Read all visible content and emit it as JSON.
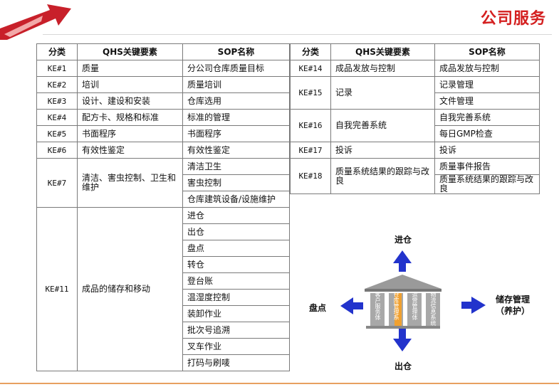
{
  "title": "公司服务",
  "left_table": {
    "headers": [
      "分类",
      "QHS关键要素",
      "SOP名称"
    ],
    "rows": [
      {
        "cat": "KE#1",
        "req": "质量",
        "sops": [
          "分公司仓库质量目标"
        ]
      },
      {
        "cat": "KE#2",
        "req": "培训",
        "sops": [
          "质量培训"
        ]
      },
      {
        "cat": "KE#3",
        "req": "设计、建设和安装",
        "sops": [
          "仓库选用"
        ]
      },
      {
        "cat": "KE#4",
        "req": "配方卡、规格和标准",
        "sops": [
          "标准的管理"
        ]
      },
      {
        "cat": "KE#5",
        "req": "书面程序",
        "sops": [
          "书面程序"
        ]
      },
      {
        "cat": "KE#6",
        "req": "有效性鉴定",
        "sops": [
          "有效性鉴定"
        ]
      },
      {
        "cat": "KE#7",
        "req": "清洁、害虫控制、卫生和维护",
        "sops": [
          "清洁卫生",
          "害虫控制",
          "仓库建筑设备/设施维护"
        ]
      },
      {
        "cat": "KE#11",
        "req": "成品的储存和移动",
        "sops": [
          "进仓",
          "出仓",
          "盘点",
          "转仓",
          "登台账",
          "温湿度控制",
          "装卸作业",
          "批次号追溯",
          "叉车作业",
          "打码与刷唛"
        ]
      }
    ]
  },
  "right_table": {
    "headers": [
      "分类",
      "QHS关键要素",
      "SOP名称"
    ],
    "rows": [
      {
        "cat": "KE#14",
        "req": "成品发放与控制",
        "sops": [
          "成品发放与控制"
        ]
      },
      {
        "cat": "KE#15",
        "req": "记录",
        "sops": [
          "记录管理",
          "文件管理"
        ]
      },
      {
        "cat": "KE#16",
        "req": "自我完善系统",
        "sops": [
          "自我完善系统",
          "每日GMP检查"
        ]
      },
      {
        "cat": "KE#17",
        "req": "投诉",
        "sops": [
          "投诉"
        ]
      },
      {
        "cat": "KE#18",
        "req": "质量系统结果的跟踪与改良",
        "sops": [
          "质量事件报告",
          "质量系统结果的跟踪与改良"
        ]
      }
    ]
  },
  "diagram": {
    "top": "进仓",
    "bottom": "出仓",
    "left": "盘点",
    "right_line1": "储存管理",
    "right_line2": "（养护）",
    "pillars": [
      "客户服务体",
      "仓库管理系",
      "运营管理体",
      "物流信息系统"
    ]
  },
  "colors": {
    "title": "#d42020",
    "arrow_blue": "#2233cc",
    "logo_red": "#c8202a",
    "pillar_highlight": "#f0a030"
  }
}
